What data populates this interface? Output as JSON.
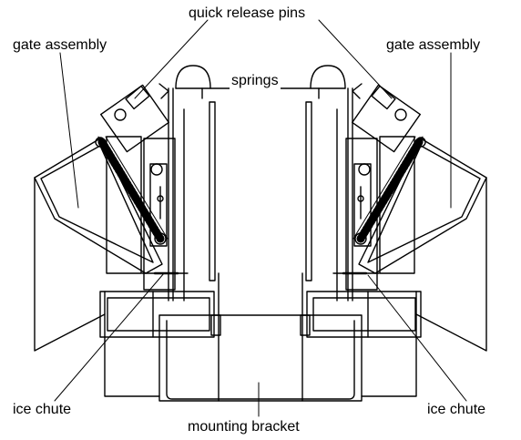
{
  "labels": {
    "quick_release_pins": "quick release pins",
    "springs": "springs",
    "gate_assembly_left": "gate assembly",
    "gate_assembly_right": "gate assembly",
    "ice_chute_left": "ice chute",
    "ice_chute_right": "ice chute",
    "mounting_bracket": "mounting bracket"
  },
  "colors": {
    "line": "#000000",
    "background": "#ffffff"
  }
}
